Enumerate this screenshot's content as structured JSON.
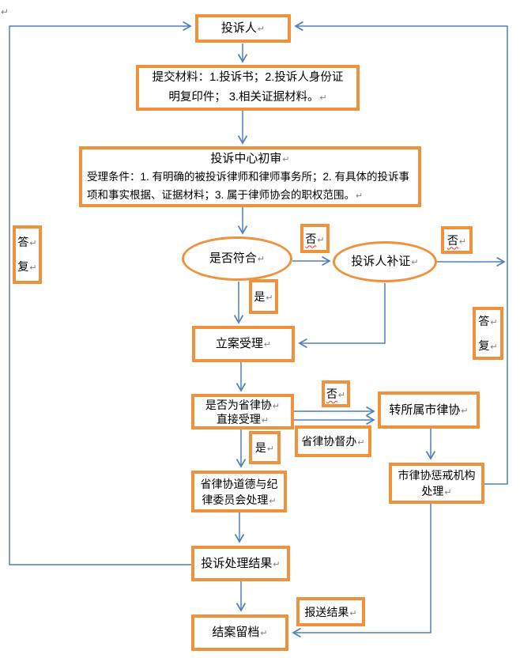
{
  "meta": {
    "pilcrow": "↵"
  },
  "colors": {
    "shape_border": "#F0913C",
    "connector": "#4F81BD",
    "text": "#000000",
    "pilcrow_gray": "#808080",
    "spellcheck_underline": "#FF2A1A",
    "background": "#FFFFFF"
  },
  "nodes": {
    "complainant": {
      "label": "投诉人"
    },
    "submit_materials": {
      "line1": "提交材料：1.投诉书；2.投诉人身份证",
      "line2": "明复印件； 3.相关证据材料。"
    },
    "center_review": {
      "title": "投诉中心初审",
      "body1": "受理条件：1. 有明确的被投诉律师和律师事务所；2. 有具体的投诉事",
      "body2": "项和事实根据、证据材料；3. 属于律师协会的职权范围。"
    },
    "is_conform": {
      "label": "是否符合"
    },
    "supplement": {
      "label": "投诉人补证"
    },
    "file_case": {
      "label": "立案受理"
    },
    "province_direct": {
      "line1": "是否为省律协",
      "line2": "直接受理"
    },
    "transfer_city": {
      "label": "转所属市律协"
    },
    "province_supervise": {
      "label": "省律协督办"
    },
    "province_ethics": {
      "line1": "省律协道德与纪",
      "line2": "律委员会处理"
    },
    "city_discipline": {
      "line1": "市律协惩戒机构",
      "line2": "处理"
    },
    "result": {
      "label": "投诉处理结果"
    },
    "report_result": {
      "label": "报送结果"
    },
    "archive": {
      "label": "结案留档"
    },
    "reply_left": {
      "char1": "答",
      "char2": "复"
    },
    "reply_right": {
      "char1": "答",
      "char2": "复"
    },
    "label_yes_1": {
      "label": "是"
    },
    "label_yes_2": {
      "label": "是"
    },
    "label_no_1": {
      "label": "否"
    },
    "label_no_2": {
      "label": "否"
    },
    "label_no_3": {
      "label": "否"
    }
  },
  "edges": [
    {
      "from": "投诉人",
      "to": "提交材料"
    },
    {
      "from": "提交材料",
      "to": "投诉中心初审"
    },
    {
      "from": "投诉中心初审",
      "to": "是否符合"
    },
    {
      "from": "是否符合",
      "to": "投诉人补证",
      "label": "否"
    },
    {
      "from": "是否符合",
      "to": "立案受理",
      "label": "是"
    },
    {
      "from": "投诉人补证",
      "to": "投诉人",
      "label": "否 / 答复"
    },
    {
      "from": "投诉人补证",
      "to": "立案受理"
    },
    {
      "from": "立案受理",
      "to": "是否为省律协直接受理"
    },
    {
      "from": "是否为省律协直接受理",
      "to": "转所属市律协",
      "label": "否 / 省律协督办"
    },
    {
      "from": "是否为省律协直接受理",
      "to": "省律协道德与纪律委员会处理",
      "label": "是"
    },
    {
      "from": "转所属市律协",
      "to": "市律协惩戒机构处理"
    },
    {
      "from": "省律协道德与纪律委员会处理",
      "to": "投诉处理结果"
    },
    {
      "from": "投诉处理结果",
      "to": "投诉人",
      "label": "答复"
    },
    {
      "from": "投诉处理结果",
      "to": "结案留档"
    },
    {
      "from": "市律协惩戒机构处理",
      "to": "结案留档",
      "label": "报送结果"
    }
  ]
}
